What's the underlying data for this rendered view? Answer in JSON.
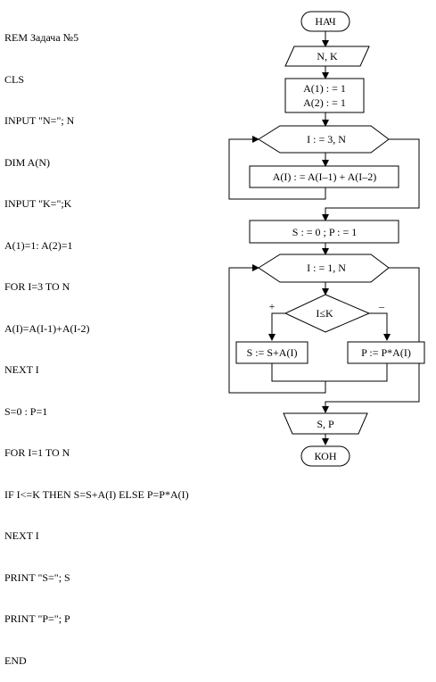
{
  "program": {
    "lines": [
      "REM Задача №5",
      "CLS",
      "INPUT \"N=\"; N",
      "DIM A(N)",
      "INPUT \"K=\";K",
      "A(1)=1: A(2)=1",
      "FOR I=3 TO N",
      "A(I)=A(I-1)+A(I-2)",
      "NEXT I",
      "S=0 : P=1",
      "FOR I=1 TO N",
      "IF I<=K THEN S=S+A(I) ELSE P=P*A(I)",
      "NEXT I",
      "PRINT \"S=\"; S",
      "PRINT \"P=\"; P",
      "END"
    ]
  },
  "flowchart": {
    "start": "НАЧ",
    "input": "N, K",
    "init_a1": "A(1) : = 1",
    "init_a2": "A(2) : = 1",
    "loop1": "I : = 3, N",
    "loop1_body": "A(I) : = A(I–1) + A(I–2)",
    "init_sp": "S : = 0 ;  P : = 1",
    "loop2": "I : = 1, N",
    "condition": "I≤K",
    "yes_label": "+",
    "no_label": "–",
    "yes_action": "S := S+A(I)",
    "no_action": "P := P*A(I)",
    "output": "S, P",
    "end": "КОН"
  }
}
